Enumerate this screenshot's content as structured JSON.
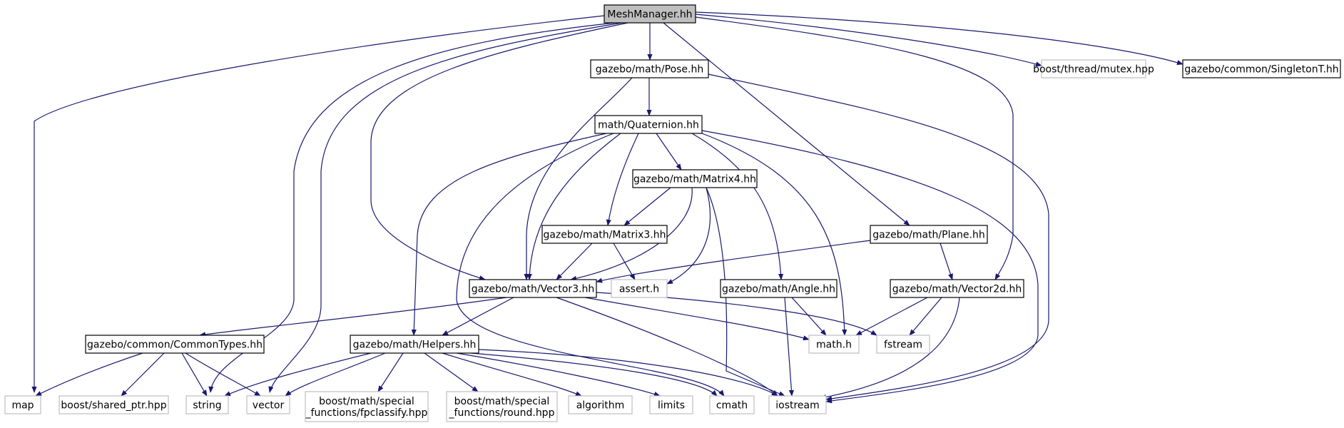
{
  "colors": {
    "edge": "#191970",
    "arrow": "#191970",
    "root_fill": "#bfbfbf",
    "node_border": "#000000",
    "external_border": "#bfbfbf",
    "node_fill": "#ffffff"
  },
  "nodes": [
    {
      "id": "mesh_manager",
      "label": "MeshManager.hh",
      "kind": "root"
    },
    {
      "id": "pose",
      "label": "gazebo/math/Pose.hh",
      "kind": "internal"
    },
    {
      "id": "mutex",
      "label": "boost/thread/mutex.hpp",
      "kind": "external"
    },
    {
      "id": "singleton",
      "label": "gazebo/common/SingletonT.hh",
      "kind": "internal"
    },
    {
      "id": "quaternion",
      "label": "math/Quaternion.hh",
      "kind": "internal"
    },
    {
      "id": "matrix4",
      "label": "gazebo/math/Matrix4.hh",
      "kind": "internal"
    },
    {
      "id": "plane",
      "label": "gazebo/math/Plane.hh",
      "kind": "internal"
    },
    {
      "id": "matrix3",
      "label": "gazebo/math/Matrix3.hh",
      "kind": "internal"
    },
    {
      "id": "vector3",
      "label": "gazebo/math/Vector3.hh",
      "kind": "internal"
    },
    {
      "id": "assert",
      "label": "assert.h",
      "kind": "external"
    },
    {
      "id": "angle",
      "label": "gazebo/math/Angle.hh",
      "kind": "internal"
    },
    {
      "id": "vector2d",
      "label": "gazebo/math/Vector2d.hh",
      "kind": "internal"
    },
    {
      "id": "common_types",
      "label": "gazebo/common/CommonTypes.hh",
      "kind": "internal"
    },
    {
      "id": "helpers",
      "label": "gazebo/math/Helpers.hh",
      "kind": "internal"
    },
    {
      "id": "math_h",
      "label": "math.h",
      "kind": "external"
    },
    {
      "id": "fstream",
      "label": "fstream",
      "kind": "external"
    },
    {
      "id": "map",
      "label": "map",
      "kind": "external"
    },
    {
      "id": "shared_ptr",
      "label": "boost/shared_ptr.hpp",
      "kind": "external"
    },
    {
      "id": "string",
      "label": "string",
      "kind": "external"
    },
    {
      "id": "vector",
      "label": "vector",
      "kind": "external"
    },
    {
      "id": "fpclassify",
      "label": "boost/math/special\n_functions/fpclassify.hpp",
      "kind": "external"
    },
    {
      "id": "round",
      "label": "boost/math/special\n_functions/round.hpp",
      "kind": "external"
    },
    {
      "id": "algorithm",
      "label": "algorithm",
      "kind": "external"
    },
    {
      "id": "limits",
      "label": "limits",
      "kind": "external"
    },
    {
      "id": "cmath",
      "label": "cmath",
      "kind": "external"
    },
    {
      "id": "iostream",
      "label": "iostream",
      "kind": "external"
    }
  ],
  "edges": [
    {
      "from": "mesh_manager",
      "to": "pose"
    },
    {
      "from": "mesh_manager",
      "to": "mutex"
    },
    {
      "from": "mesh_manager",
      "to": "singleton"
    },
    {
      "from": "mesh_manager",
      "to": "plane"
    },
    {
      "from": "mesh_manager",
      "to": "vector2d"
    },
    {
      "from": "mesh_manager",
      "to": "vector3"
    },
    {
      "from": "mesh_manager",
      "to": "map"
    },
    {
      "from": "mesh_manager",
      "to": "string"
    },
    {
      "from": "mesh_manager",
      "to": "vector"
    },
    {
      "from": "pose",
      "to": "quaternion"
    },
    {
      "from": "pose",
      "to": "vector3"
    },
    {
      "from": "pose",
      "to": "iostream"
    },
    {
      "from": "quaternion",
      "to": "matrix4"
    },
    {
      "from": "quaternion",
      "to": "matrix3"
    },
    {
      "from": "quaternion",
      "to": "vector3"
    },
    {
      "from": "quaternion",
      "to": "angle"
    },
    {
      "from": "quaternion",
      "to": "helpers"
    },
    {
      "from": "quaternion",
      "to": "math_h"
    },
    {
      "from": "quaternion",
      "to": "cmath"
    },
    {
      "from": "quaternion",
      "to": "iostream"
    },
    {
      "from": "matrix4",
      "to": "matrix3"
    },
    {
      "from": "matrix4",
      "to": "vector3"
    },
    {
      "from": "matrix4",
      "to": "assert"
    },
    {
      "from": "matrix4",
      "to": "iostream"
    },
    {
      "from": "matrix3",
      "to": "vector3"
    },
    {
      "from": "matrix3",
      "to": "assert"
    },
    {
      "from": "plane",
      "to": "vector3"
    },
    {
      "from": "plane",
      "to": "vector2d"
    },
    {
      "from": "vector3",
      "to": "common_types"
    },
    {
      "from": "vector3",
      "to": "helpers"
    },
    {
      "from": "vector3",
      "to": "math_h"
    },
    {
      "from": "vector3",
      "to": "fstream"
    },
    {
      "from": "vector3",
      "to": "iostream"
    },
    {
      "from": "angle",
      "to": "math_h"
    },
    {
      "from": "angle",
      "to": "iostream"
    },
    {
      "from": "vector2d",
      "to": "math_h"
    },
    {
      "from": "vector2d",
      "to": "fstream"
    },
    {
      "from": "vector2d",
      "to": "iostream"
    },
    {
      "from": "common_types",
      "to": "map"
    },
    {
      "from": "common_types",
      "to": "shared_ptr"
    },
    {
      "from": "common_types",
      "to": "string"
    },
    {
      "from": "common_types",
      "to": "vector"
    },
    {
      "from": "helpers",
      "to": "string"
    },
    {
      "from": "helpers",
      "to": "vector"
    },
    {
      "from": "helpers",
      "to": "fpclassify"
    },
    {
      "from": "helpers",
      "to": "round"
    },
    {
      "from": "helpers",
      "to": "algorithm"
    },
    {
      "from": "helpers",
      "to": "limits"
    },
    {
      "from": "helpers",
      "to": "cmath"
    },
    {
      "from": "helpers",
      "to": "iostream"
    }
  ]
}
